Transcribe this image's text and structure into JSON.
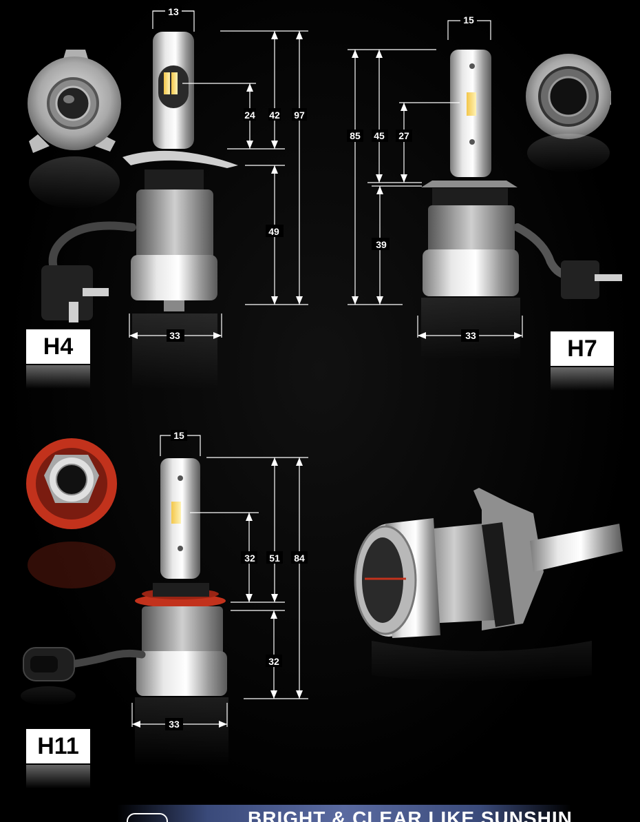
{
  "h4": {
    "label": "H4",
    "dims": {
      "top_width": "13",
      "chip_to_base": "24",
      "bulb_to_base": "42",
      "total_height": "97",
      "body_height": "49",
      "body_width": "33"
    }
  },
  "h7": {
    "label": "H7",
    "dims": {
      "top_width": "15",
      "total_height": "85",
      "bulb_to_base": "45",
      "chip_to_base": "27",
      "body_height": "39",
      "body_width": "33"
    }
  },
  "h11": {
    "label": "H11",
    "dims": {
      "top_width": "15",
      "chip_to_base": "32",
      "bulb_to_base": "51",
      "total_height": "84",
      "body_height": "32",
      "body_width": "33"
    }
  },
  "banner": {
    "text": "BRIGHT & CLEAR LIKE SUNSHINE"
  },
  "colors": {
    "background": "#000000",
    "h11_ring": "#c2321c",
    "banner": "#4a5a90",
    "line": "#ffffff"
  }
}
